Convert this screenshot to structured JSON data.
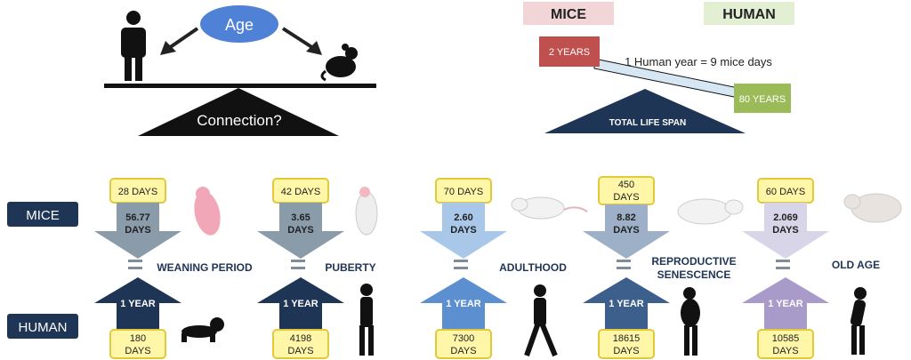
{
  "top_left": {
    "age_label": "Age",
    "connection_label": "Connection?"
  },
  "top_right": {
    "mice_header": "MICE",
    "human_header": "HUMAN",
    "mice_lifespan": "2 YEARS",
    "human_lifespan": "80 YEARS",
    "conversion": "1 Human year = 9 mice days",
    "total_life_span": "TOTAL LIFE SPAN"
  },
  "row_labels": {
    "mice": "MICE",
    "human": "HUMAN"
  },
  "stages": [
    {
      "name": "WEANING PERIOD",
      "name2": "",
      "mice_top": "28 DAYS",
      "mice_top2": "",
      "ratio1": "56.77",
      "ratio2": "DAYS",
      "human_arrow": "1 YEAR",
      "human_bottom1": "180",
      "human_bottom2": "DAYS",
      "down_color": "#8a9baa",
      "up_color": "#1f3556"
    },
    {
      "name": "PUBERTY",
      "name2": "",
      "mice_top": "42 DAYS",
      "mice_top2": "",
      "ratio1": "3.65",
      "ratio2": "DAYS",
      "human_arrow": "1 YEAR",
      "human_bottom1": "4198",
      "human_bottom2": "DAYS",
      "down_color": "#8a9baa",
      "up_color": "#1f3556"
    },
    {
      "name": "ADULTHOOD",
      "name2": "",
      "mice_top": "70 DAYS",
      "mice_top2": "",
      "ratio1": "2.60",
      "ratio2": "DAYS",
      "human_arrow": "1 YEAR",
      "human_bottom1": "7300",
      "human_bottom2": "DAYS",
      "down_color": "#a9c7e8",
      "up_color": "#5b8fd0"
    },
    {
      "name": "REPRODUCTIVE",
      "name2": "SENESCENCE",
      "mice_top": "450",
      "mice_top2": "DAYS",
      "ratio1": "8.82",
      "ratio2": "DAYS",
      "human_arrow": "1 YEAR",
      "human_bottom1": "18615",
      "human_bottom2": "DAYS",
      "down_color": "#9db0c7",
      "up_color": "#3d5f8c"
    },
    {
      "name": "OLD AGE",
      "name2": "",
      "mice_top": "60 DAYS",
      "mice_top2": "",
      "ratio1": "2.069",
      "ratio2": "DAYS",
      "human_arrow": "1 YEAR",
      "human_bottom1": "10585",
      "human_bottom2": "DAYS",
      "down_color": "#d9d5e8",
      "up_color": "#a99bc9"
    }
  ],
  "colors": {
    "navy": "#1f3556",
    "yellow_fill": "#fff6a8",
    "yellow_border": "#e2c93b",
    "mice_header_bg": "#f2d6d7",
    "human_header_bg": "#e3efd3",
    "mice_red": "#c0504d",
    "human_green": "#9bbb59",
    "age_blue": "#4f81d6"
  },
  "icons": [
    "person-icon",
    "mouse-icon",
    "baby-mouse-icon",
    "white-mouse-icon",
    "baby-crawling-icon",
    "teen-silhouette-icon",
    "walking-adult-icon",
    "pregnant-silhouette-icon",
    "elderly-silhouette-icon"
  ]
}
